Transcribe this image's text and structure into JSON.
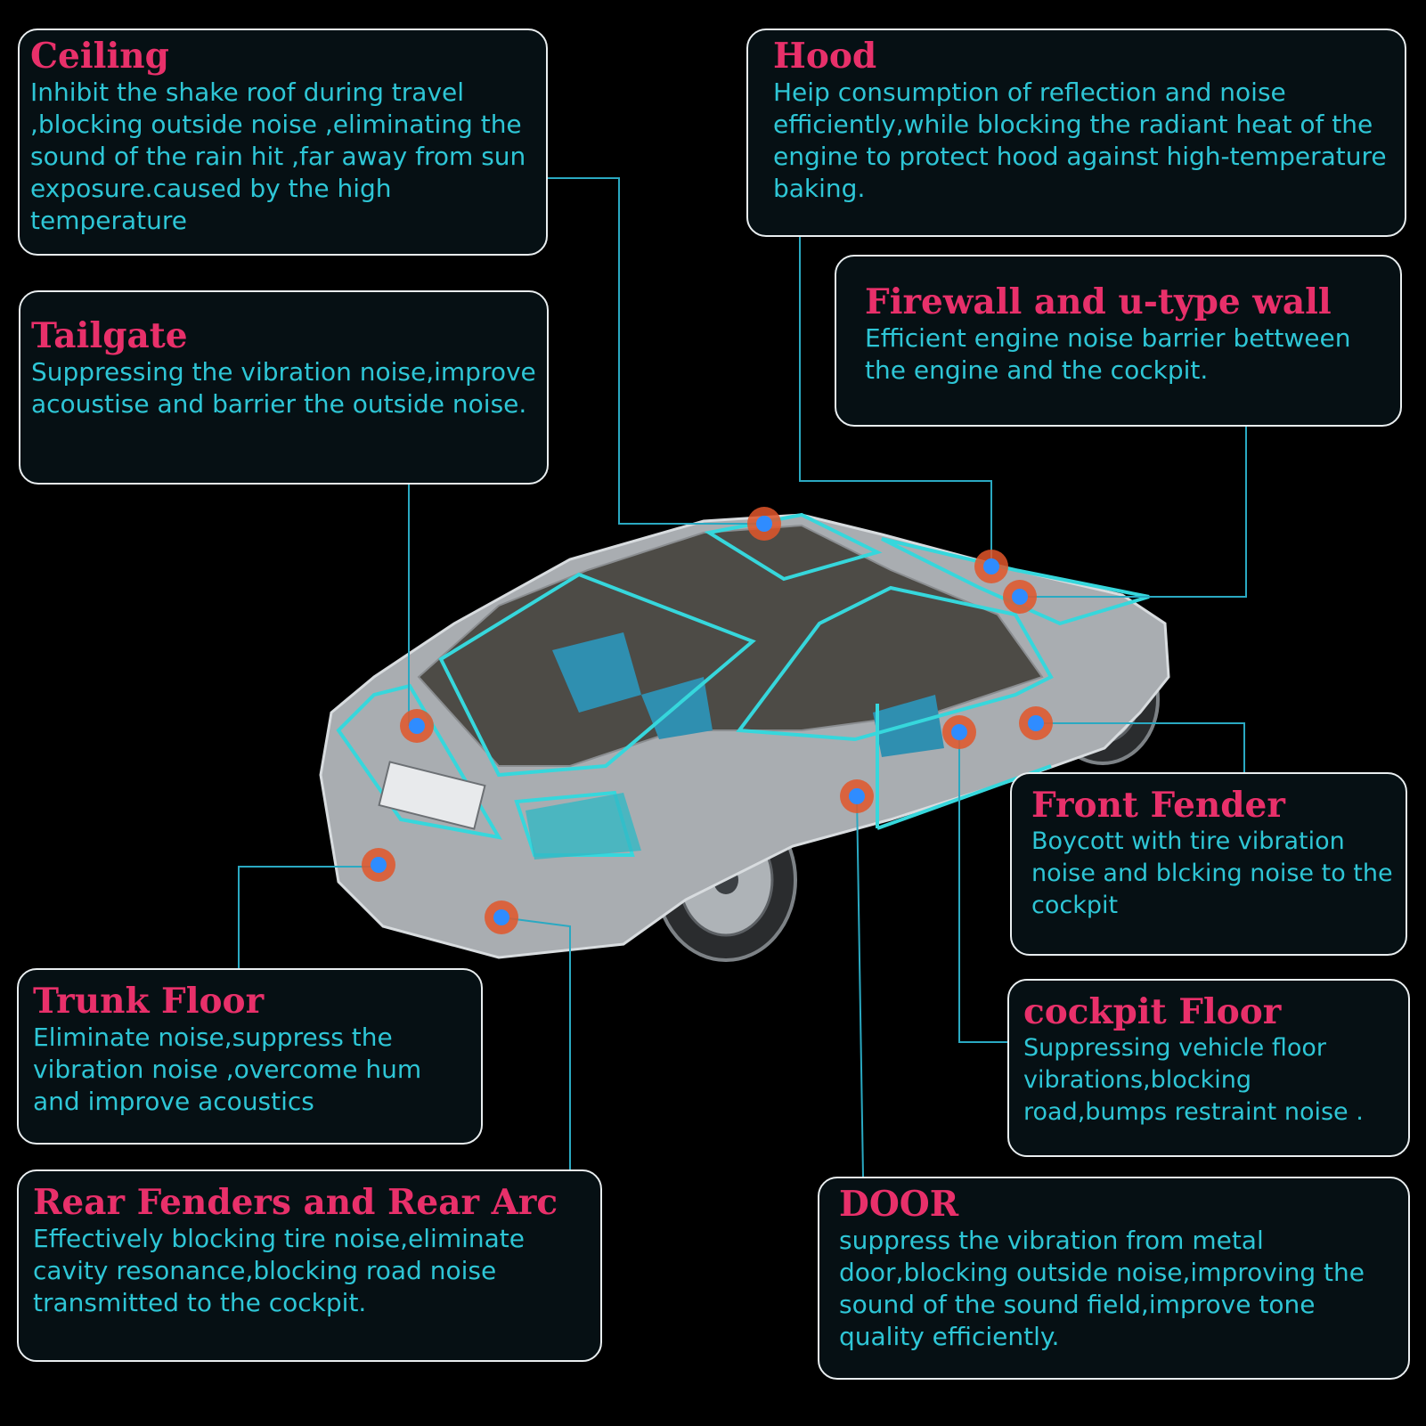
{
  "colors": {
    "background": "#000000",
    "card_background": "#061014",
    "card_border": "#e9eef0",
    "title": "#e8306a",
    "description": "#2ec6d6",
    "connector": "#2aa9c2",
    "marker_outer": "#e2562a",
    "marker_inner": "#2f8cff",
    "car_body": "#c9cccf",
    "car_outline": "#36d7dc"
  },
  "callouts": {
    "ceiling": {
      "title": "Ceiling",
      "description": "Inhibit the shake roof during travel ,blocking outside noise ,eliminating the sound of the rain hit ,far away from sun exposure.caused by the high temperature"
    },
    "tailgate": {
      "title": "Tailgate",
      "description": "Suppressing the vibration noise,improve acoustise and barrier the outside noise."
    },
    "hood": {
      "title": "Hood",
      "description": "Heip consumption of reflection and noise efficiently,while blocking the radiant heat of the engine to protect hood against high-temperature baking."
    },
    "firewall": {
      "title": "Firewall and u-type wall",
      "description": "Efficient engine noise barrier bettween the engine and the cockpit."
    },
    "front_fender": {
      "title": "Front Fender",
      "description": "Boycott with tire vibration noise and blcking noise to the cockpit"
    },
    "cockpit_floor": {
      "title": "cockpit Floor",
      "description": "Suppressing vehicle floor vibrations,blocking road,bumps restraint noise ."
    },
    "door": {
      "title": "DOOR",
      "description": "suppress the vibration from metal door,blocking outside noise,improving the sound of the sound field,improve tone quality efficiently."
    },
    "trunk_floor": {
      "title": "Trunk Floor",
      "description": "Eliminate noise,suppress the vibration noise ,overcome hum and improve acoustics"
    },
    "rear_fender": {
      "title": "Rear Fenders and Rear Arc",
      "description": "Effectively blocking tire noise,eliminate cavity resonance,blocking road noise transmitted to the cockpit."
    }
  }
}
